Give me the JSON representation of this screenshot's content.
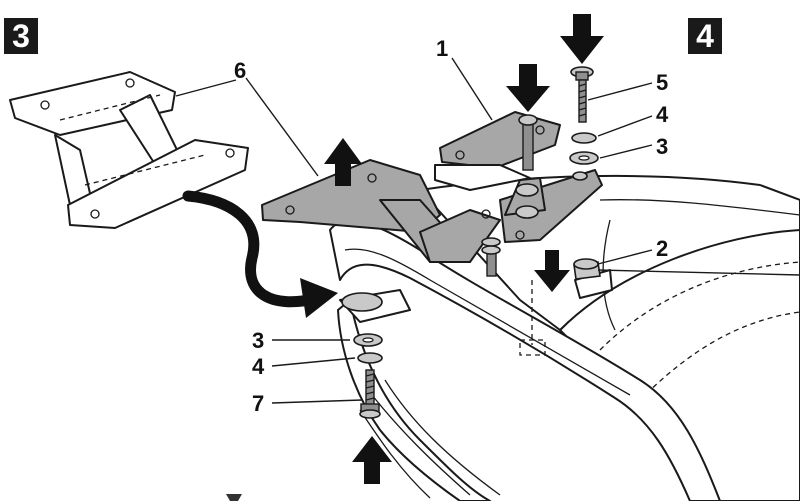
{
  "steps": {
    "step_a": "3",
    "step_b": "4"
  },
  "callouts": {
    "c1": "1",
    "c2": "2",
    "c3_top": "3",
    "c4_top": "4",
    "c5": "5",
    "c6": "6",
    "c3_bottom": "3",
    "c4_bottom": "4",
    "c7": "7"
  },
  "colors": {
    "part_fill": "#a7a7a7",
    "outline": "#1a1a1a",
    "badge": "#1a1a1a",
    "arrow": "#111111"
  }
}
